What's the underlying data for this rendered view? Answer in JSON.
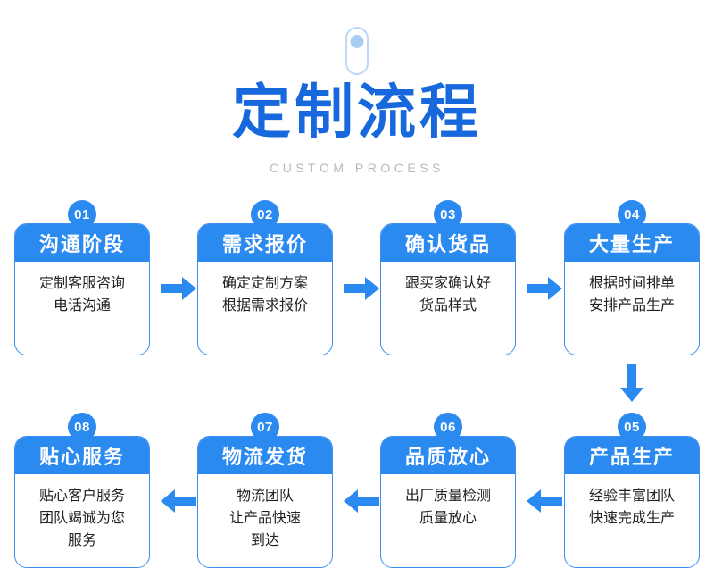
{
  "header": {
    "decoration_icon": "pill-dot-decoration-icon",
    "title": "定制流程",
    "subtitle": "CUSTOM PROCESS",
    "title_color": "#1668dc",
    "subtitle_color": "#b9b9b9"
  },
  "theme": {
    "accent": "#2a8af0",
    "card_border": "#3d8ef0",
    "arrow_color": "#2a8af0",
    "decoration": "#a8cdf2",
    "background": "#ffffff"
  },
  "steps": [
    {
      "number": "01",
      "title": "沟通阶段",
      "lines": [
        "定制客服咨询",
        "电话沟通"
      ]
    },
    {
      "number": "02",
      "title": "需求报价",
      "lines": [
        "确定定制方案",
        "根据需求报价"
      ]
    },
    {
      "number": "03",
      "title": "确认货品",
      "lines": [
        "跟买家确认好",
        "货品样式"
      ]
    },
    {
      "number": "04",
      "title": "大量生产",
      "lines": [
        "根据时间排单",
        "安排产品生产"
      ]
    },
    {
      "number": "05",
      "title": "产品生产",
      "lines": [
        "经验丰富团队",
        "快速完成生产"
      ]
    },
    {
      "number": "06",
      "title": "品质放心",
      "lines": [
        "出厂质量检测",
        "质量放心"
      ]
    },
    {
      "number": "07",
      "title": "物流发货",
      "lines": [
        "物流团队",
        "让产品快速",
        "到达"
      ]
    },
    {
      "number": "08",
      "title": "贴心服务",
      "lines": [
        "贴心客户服务",
        "团队竭诚为您",
        "服务"
      ]
    }
  ],
  "connectors": [
    {
      "name": "arrow-step-01-to-02",
      "direction": "right"
    },
    {
      "name": "arrow-step-02-to-03",
      "direction": "right"
    },
    {
      "name": "arrow-step-03-to-04",
      "direction": "right"
    },
    {
      "name": "arrow-step-04-to-05",
      "direction": "down"
    },
    {
      "name": "arrow-step-05-to-06",
      "direction": "left"
    },
    {
      "name": "arrow-step-06-to-07",
      "direction": "left"
    },
    {
      "name": "arrow-step-07-to-08",
      "direction": "left"
    }
  ]
}
